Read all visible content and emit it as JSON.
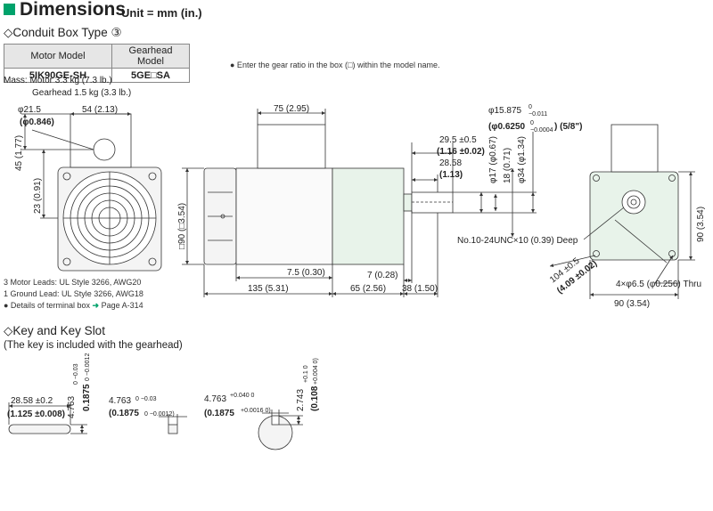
{
  "header": {
    "title": "Dimensions",
    "unit": "Unit = mm (in.)"
  },
  "section_conduit": {
    "title": "◇Conduit Box Type ③"
  },
  "model_table": {
    "col_motor": "Motor Model",
    "col_gear": "Gearhead Model",
    "motor_value": "5IK90GE-SH",
    "gear_value": "5GE□SA"
  },
  "gear_note": "● Enter the gear ratio in the box (□) within the model name.",
  "mass": {
    "motor": "Mass: Motor 3.3 kg (7.3 lb.)",
    "gearhead": "Gearhead 1.5 kg (3.3 lb.)"
  },
  "leads": {
    "line1": "3 Motor Leads: UL Style 3266, AWG20",
    "line2": "1 Ground Lead: UL Style 3266, AWG18",
    "line3_prefix": "● Details of terminal box",
    "line3_ref": "Page A-314"
  },
  "section_key": {
    "title": "◇Key and Key Slot",
    "subtitle": "(The key is included with the gearhead)"
  },
  "dims": {
    "d_phi21": "φ21.5",
    "d_phi0846": "(φ0.846)",
    "d_54": "54 (2.13)",
    "d_45": "45 (1.77)",
    "d_23": "23 (0.91)",
    "d_75": "75 (2.95)",
    "d_sq90": "□90 (□3.54)",
    "d_7_5": "7.5 (0.30)",
    "d_7": "7 (0.28)",
    "d_135": "135 (5.31)",
    "d_65": "65 (2.56)",
    "d_38": "38 (1.50)",
    "d_phi15875": "φ15.875",
    "d_phi15875_tol_u": "0",
    "d_phi15875_tol_l": "−0.011",
    "d_phi0625": "(φ0.6250",
    "d_phi0625_tol_u": "0",
    "d_phi0625_tol_l": "−0.0004",
    "d_phi0625_tail": ") (5/8\")",
    "d_29_5": "29.5 ±0.5",
    "d_1_16": "(1.16 ±0.02)",
    "d_28_58": "28.58",
    "d_1_13": "(1.13)",
    "d_phi17": "φ17 (φ0.67)",
    "d_18": "18 (0.71)",
    "d_phi34": "φ34 (φ1.34)",
    "d_thread": "No.10-24UNC×10 (0.39) Deep",
    "d_90r": "90 (3.54)",
    "d_90b": "90 (3.54)",
    "d_104": "104 ±0.5",
    "d_4_09": "(4.09 ±0.02)",
    "d_holes": "4×φ6.5 (φ0.256) Thru",
    "k_28_58": "28.58 ±0.2",
    "k_1_125": "(1.125 ±0.008)",
    "k_4763a": "4.763",
    "k_4763a_tol": "0 −0.03",
    "k_01875a": "0.1875",
    "k_01875a_tol": "0 −0.0012",
    "k_4763b": "4.763",
    "k_4763b_tol": "0 −0.03",
    "k_01875b": "(0.1875",
    "k_01875b_tol": "0 −0.0012)",
    "k_4763c": "4.763",
    "k_4763c_tol": "+0.040 0",
    "k_01875c": "(0.1875",
    "k_01875c_tol": "+0.0016 0)",
    "k_2743": "2.743",
    "k_2743_tol": "+0.1 0",
    "k_0108": "(0.108",
    "k_0108_tol": "+0.004 0)"
  },
  "colors": {
    "accent": "#00a26b",
    "gearhead_fill": "#e8f3ea",
    "arrow": "#00a26b"
  }
}
